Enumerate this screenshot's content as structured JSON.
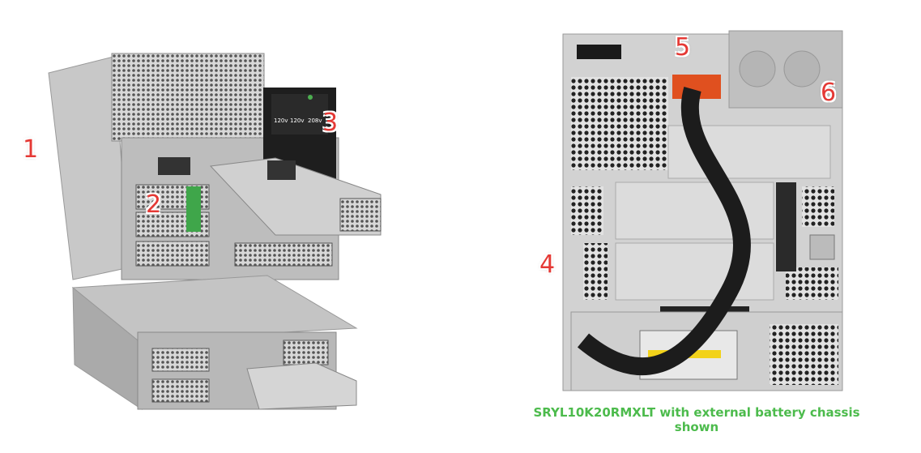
{
  "callouts": [
    "1",
    "2",
    "3",
    "4",
    "5",
    "6"
  ],
  "caption": "SRYL10K20RMXLT with external battery chassis shown",
  "display": {
    "readings": [
      "120v",
      "120v",
      "208v"
    ]
  },
  "colors": {
    "callout": "#e53935",
    "caption": "#4cbb4c"
  }
}
